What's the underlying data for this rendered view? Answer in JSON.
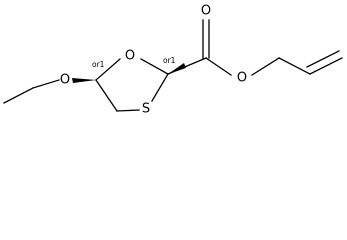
{
  "molecule": {
    "atoms": {
      "ring_oxygen": "O",
      "ring_sulfur": "S",
      "carbonyl_oxygen": "O",
      "ester_oxygen": "O",
      "ethoxy_oxygen": "O"
    },
    "stereo_labels": {
      "c5": "or1",
      "c2": "or1"
    }
  },
  "colors": {
    "bond": "#000000",
    "background": "#ffffff"
  }
}
